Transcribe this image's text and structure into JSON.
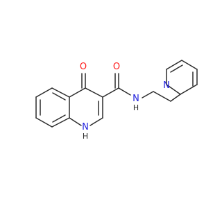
{
  "molecule": {
    "atoms": {
      "O_top": "O",
      "O_amide": "O",
      "N_amide": "N",
      "H_amide": "H",
      "N_ring": "N",
      "H_ring": "H",
      "N_pyridine": "N"
    },
    "colors": {
      "bond": "#2b2b2b",
      "oxygen": "#ff1a1a",
      "nitrogen": "#1f1fdd",
      "hydrogen": "#2b2b2b"
    }
  }
}
